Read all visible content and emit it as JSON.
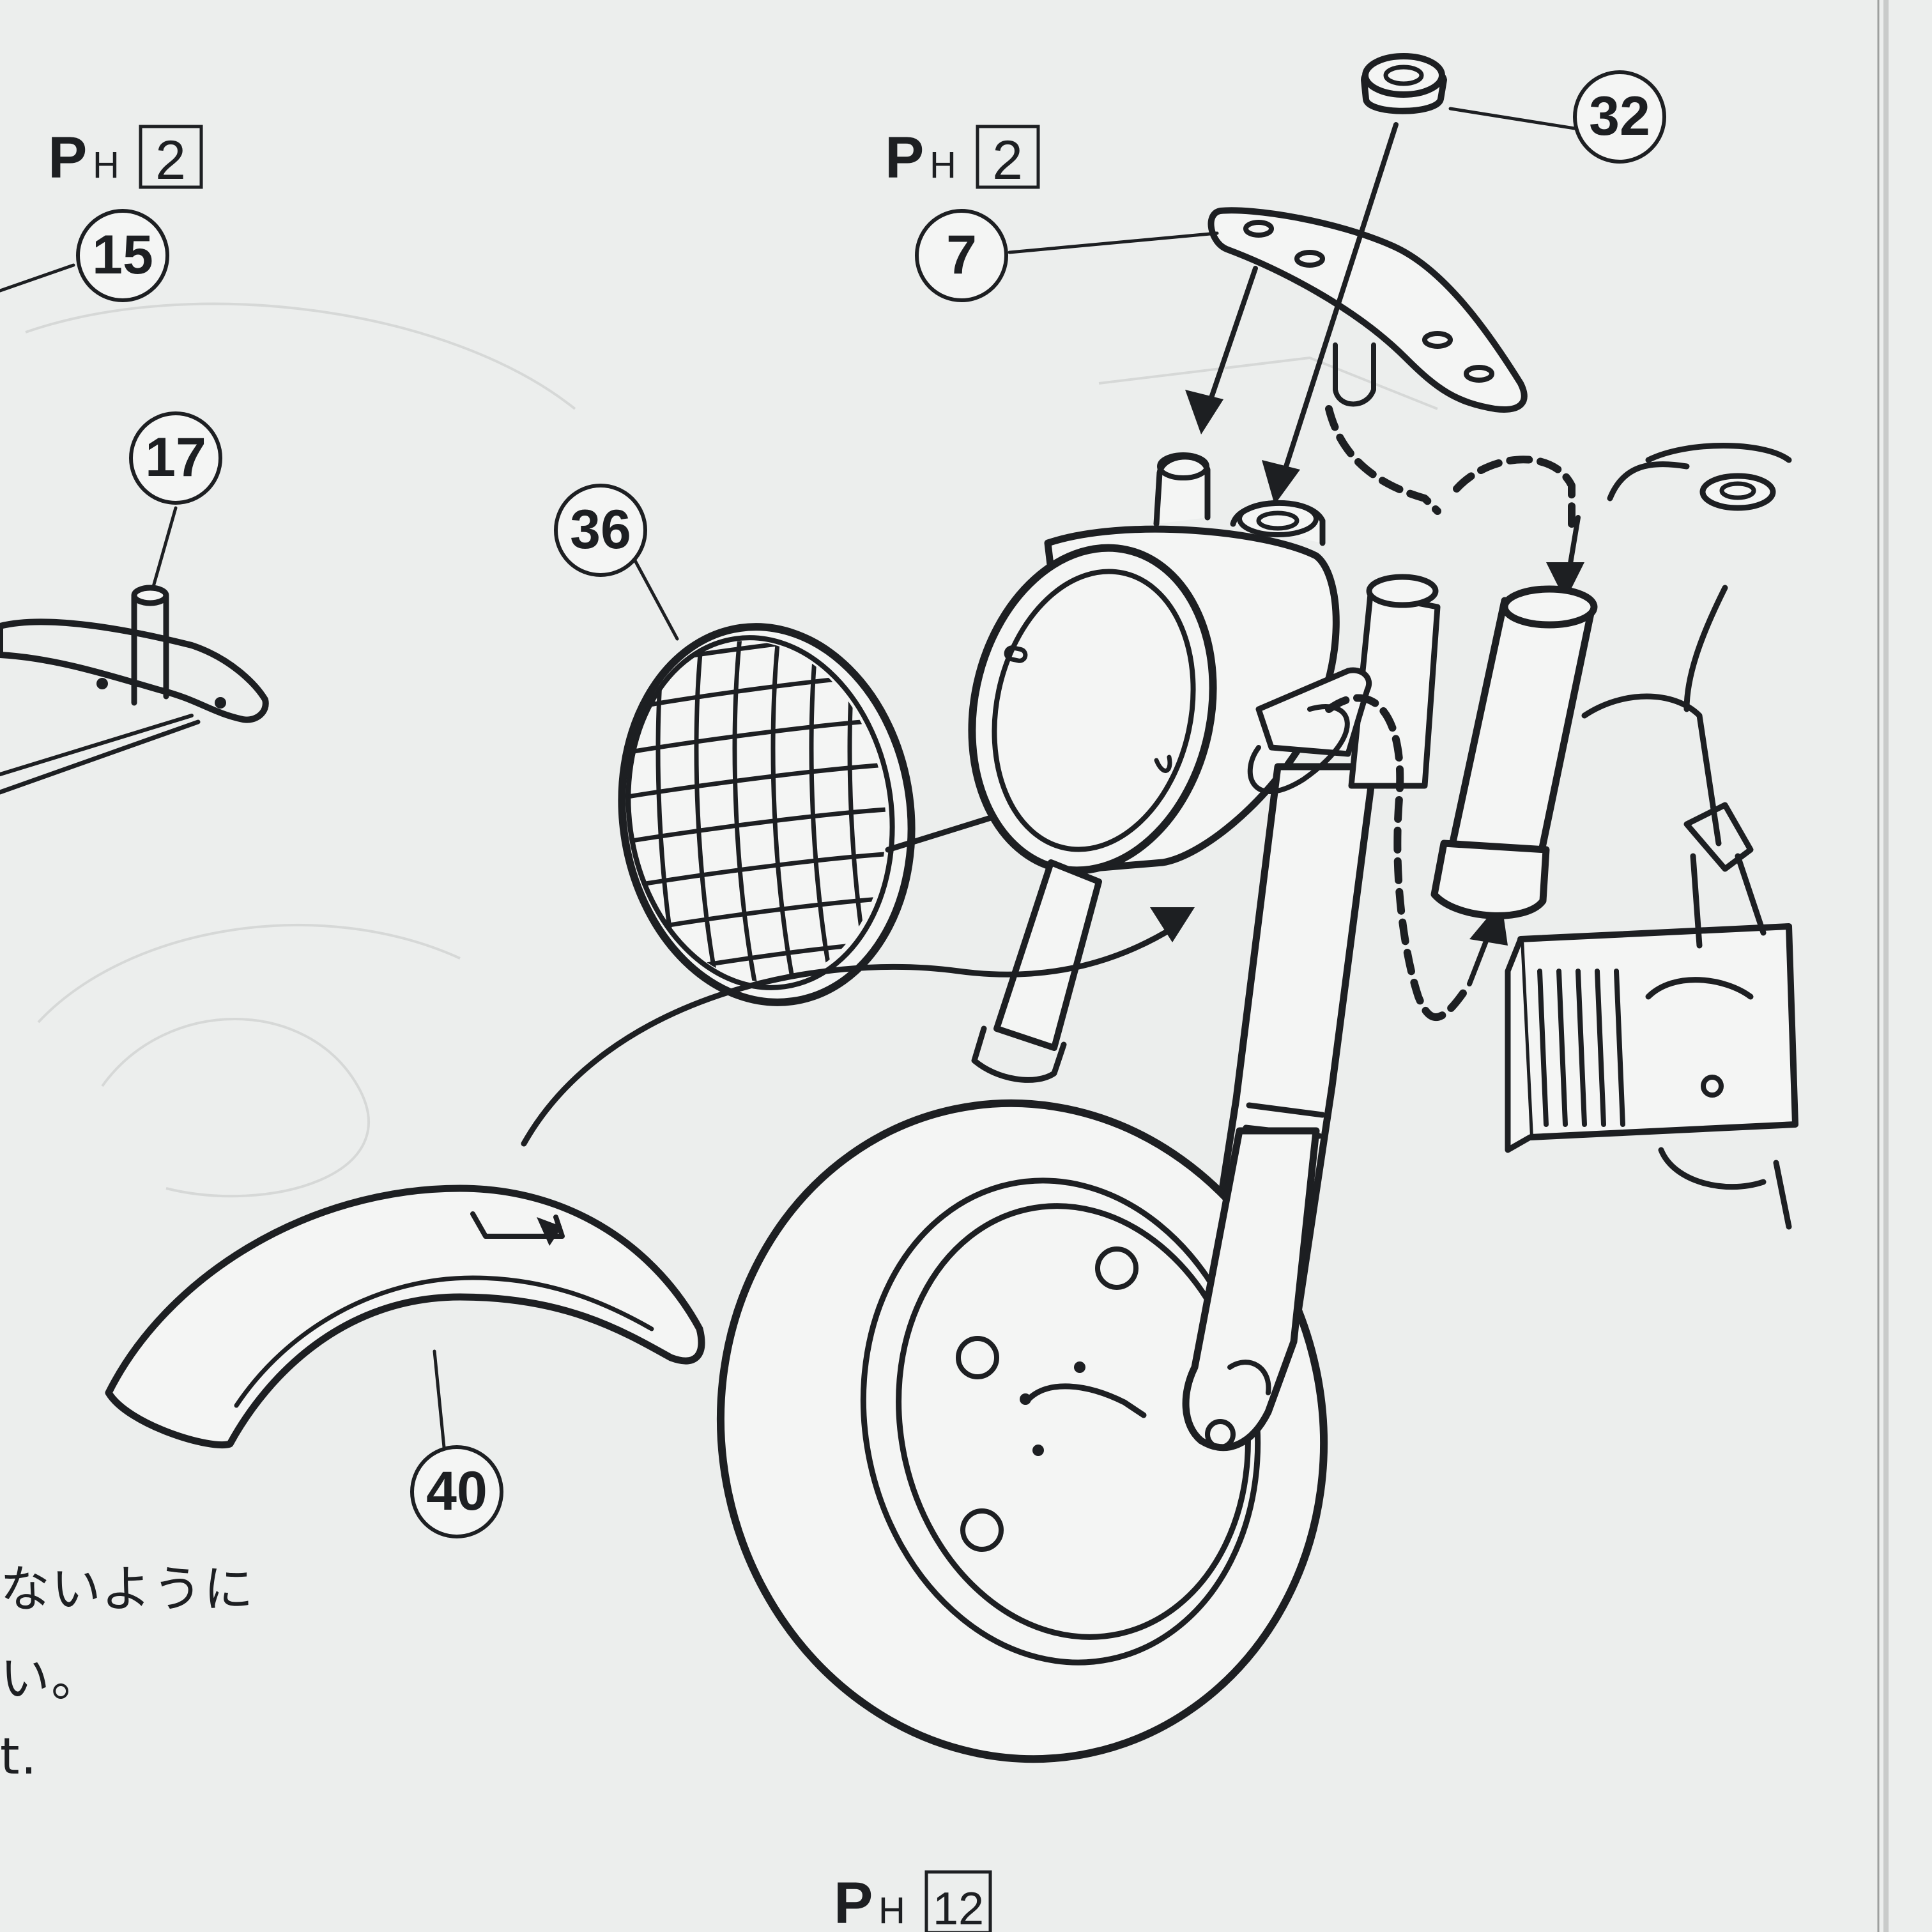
{
  "ph_labels": [
    {
      "prefix": "P",
      "sub": "H",
      "num": "2"
    },
    {
      "prefix": "P",
      "sub": "H",
      "num": "2"
    },
    {
      "prefix": "P",
      "sub": "H",
      "num": "12"
    }
  ],
  "part_numbers": {
    "p15": "15",
    "p17": "17",
    "p7": "7",
    "p32": "32",
    "p36": "36",
    "p40": "40"
  },
  "note_lines": [
    "ないように",
    "い。",
    "t."
  ],
  "colors": {
    "ink": "#1d1f22",
    "paper": "#eceeed",
    "screen_tone": "#9a9a9a"
  }
}
